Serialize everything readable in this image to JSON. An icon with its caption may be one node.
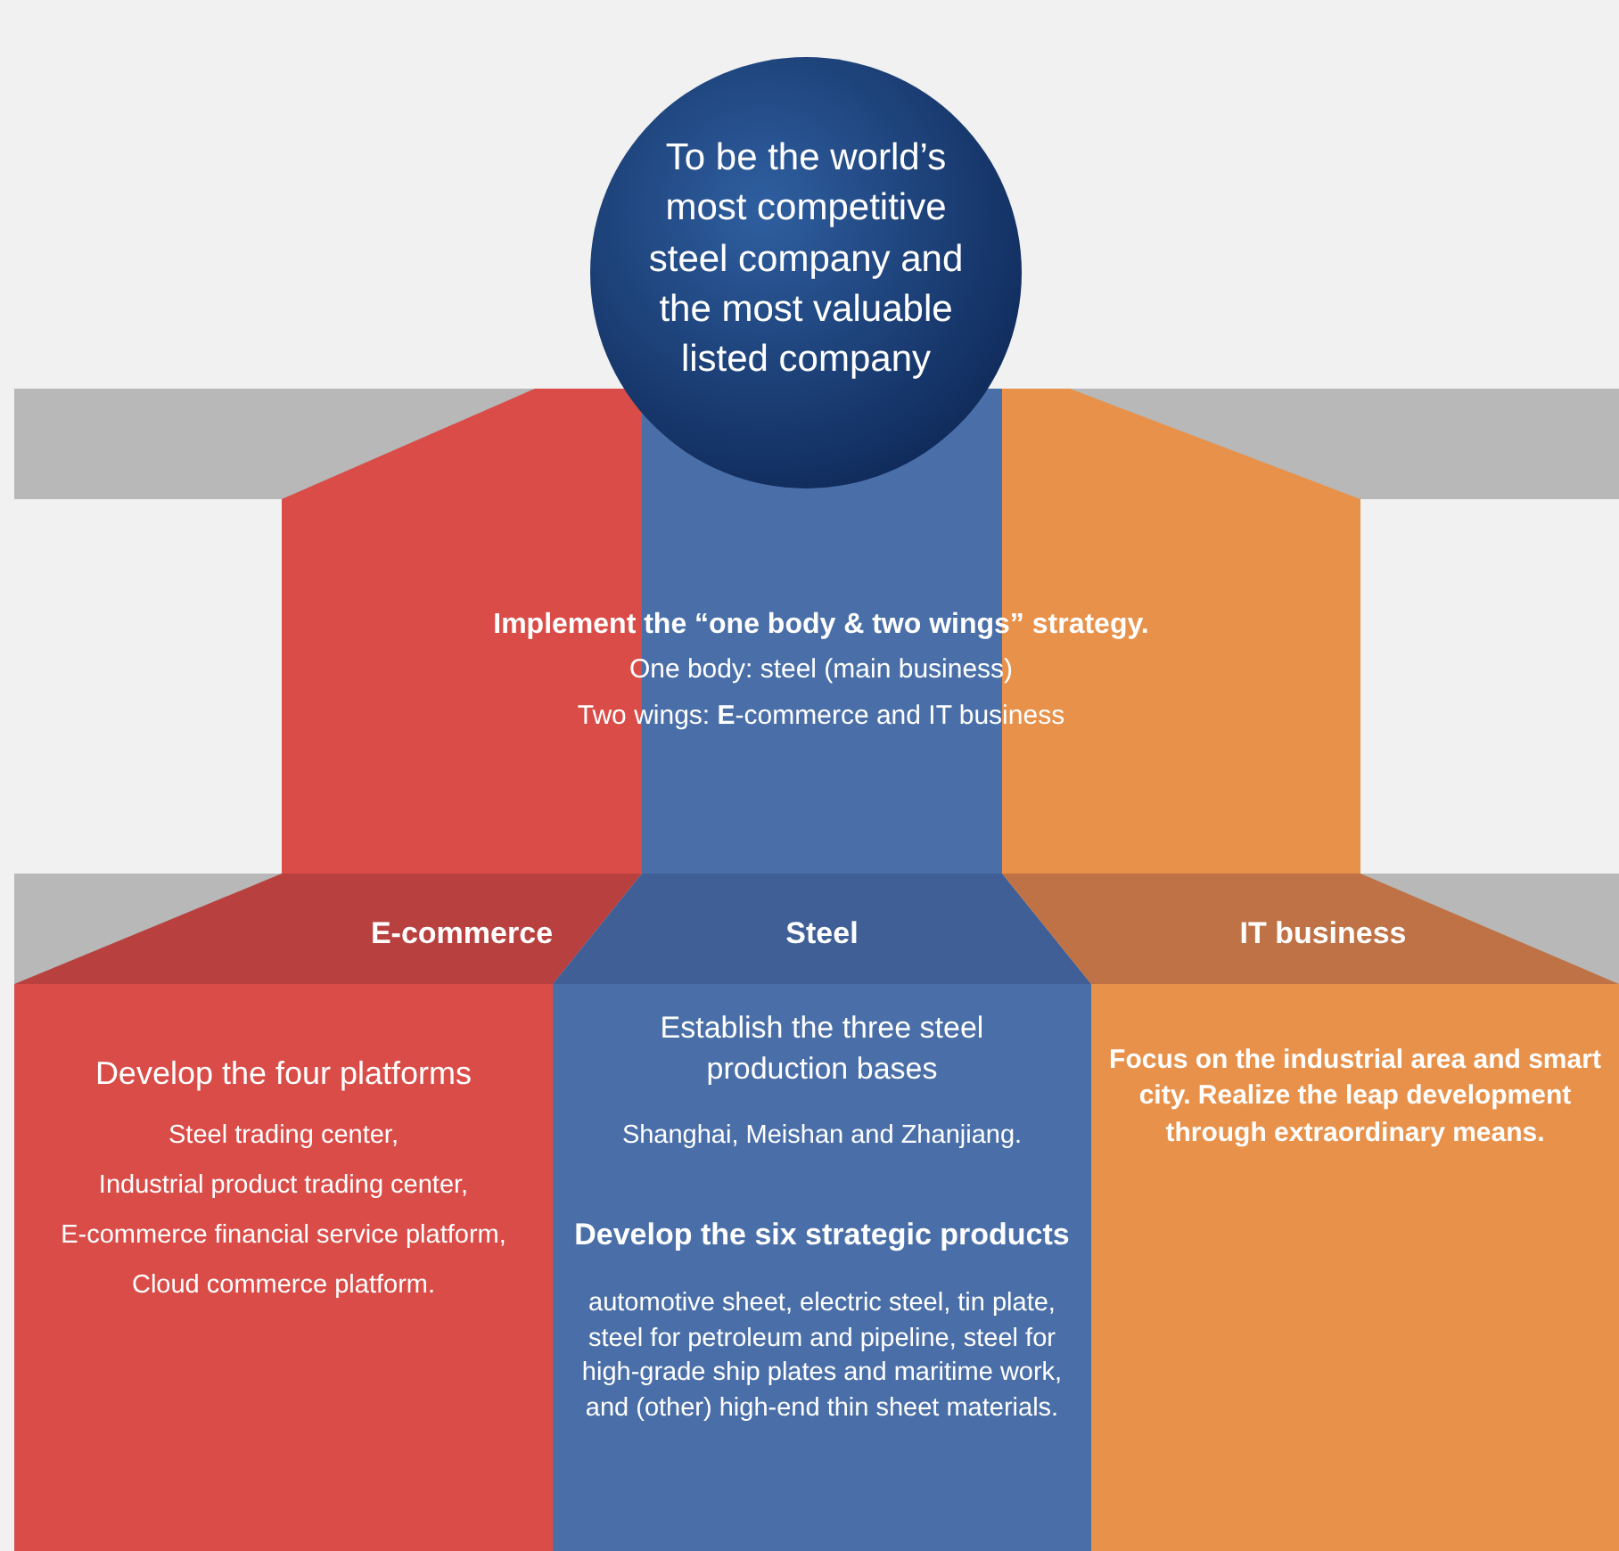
{
  "diagram": {
    "nodes": [
      {
        "text": [
          "To be the world’s most competitive steel company and the most valuable listed company"
        ]
      },
      {
        "text": [
          "Implement the “one body & two wings” strategy.",
          "One body: steel (main business)",
          "Two wings: **E**-commerce and IT business"
        ]
      },
      {
        "text": [
          "E-commerce",
          "Develop the four platforms",
          "Steel trading center,",
          "Industrial product trading center,",
          "E-commerce financial service platform,",
          "Cloud commerce platform."
        ]
      },
      {
        "text": [
          "Steel",
          "Establish the three steel production bases",
          "Shanghai, Meishan and Zhanjiang.",
          "Develop the six strategic products",
          "automotive sheet, electric steel, tin plate, steel for petroleum and pipeline, steel for high-grade ship plates and maritime work, and (other) high-end thin sheet materials."
        ]
      },
      {
        "text": [
          "IT business",
          "Focus on the industrial area and smart city. Realize the leap development through extraordinary means."
        ]
      }
    ]
  }
}
